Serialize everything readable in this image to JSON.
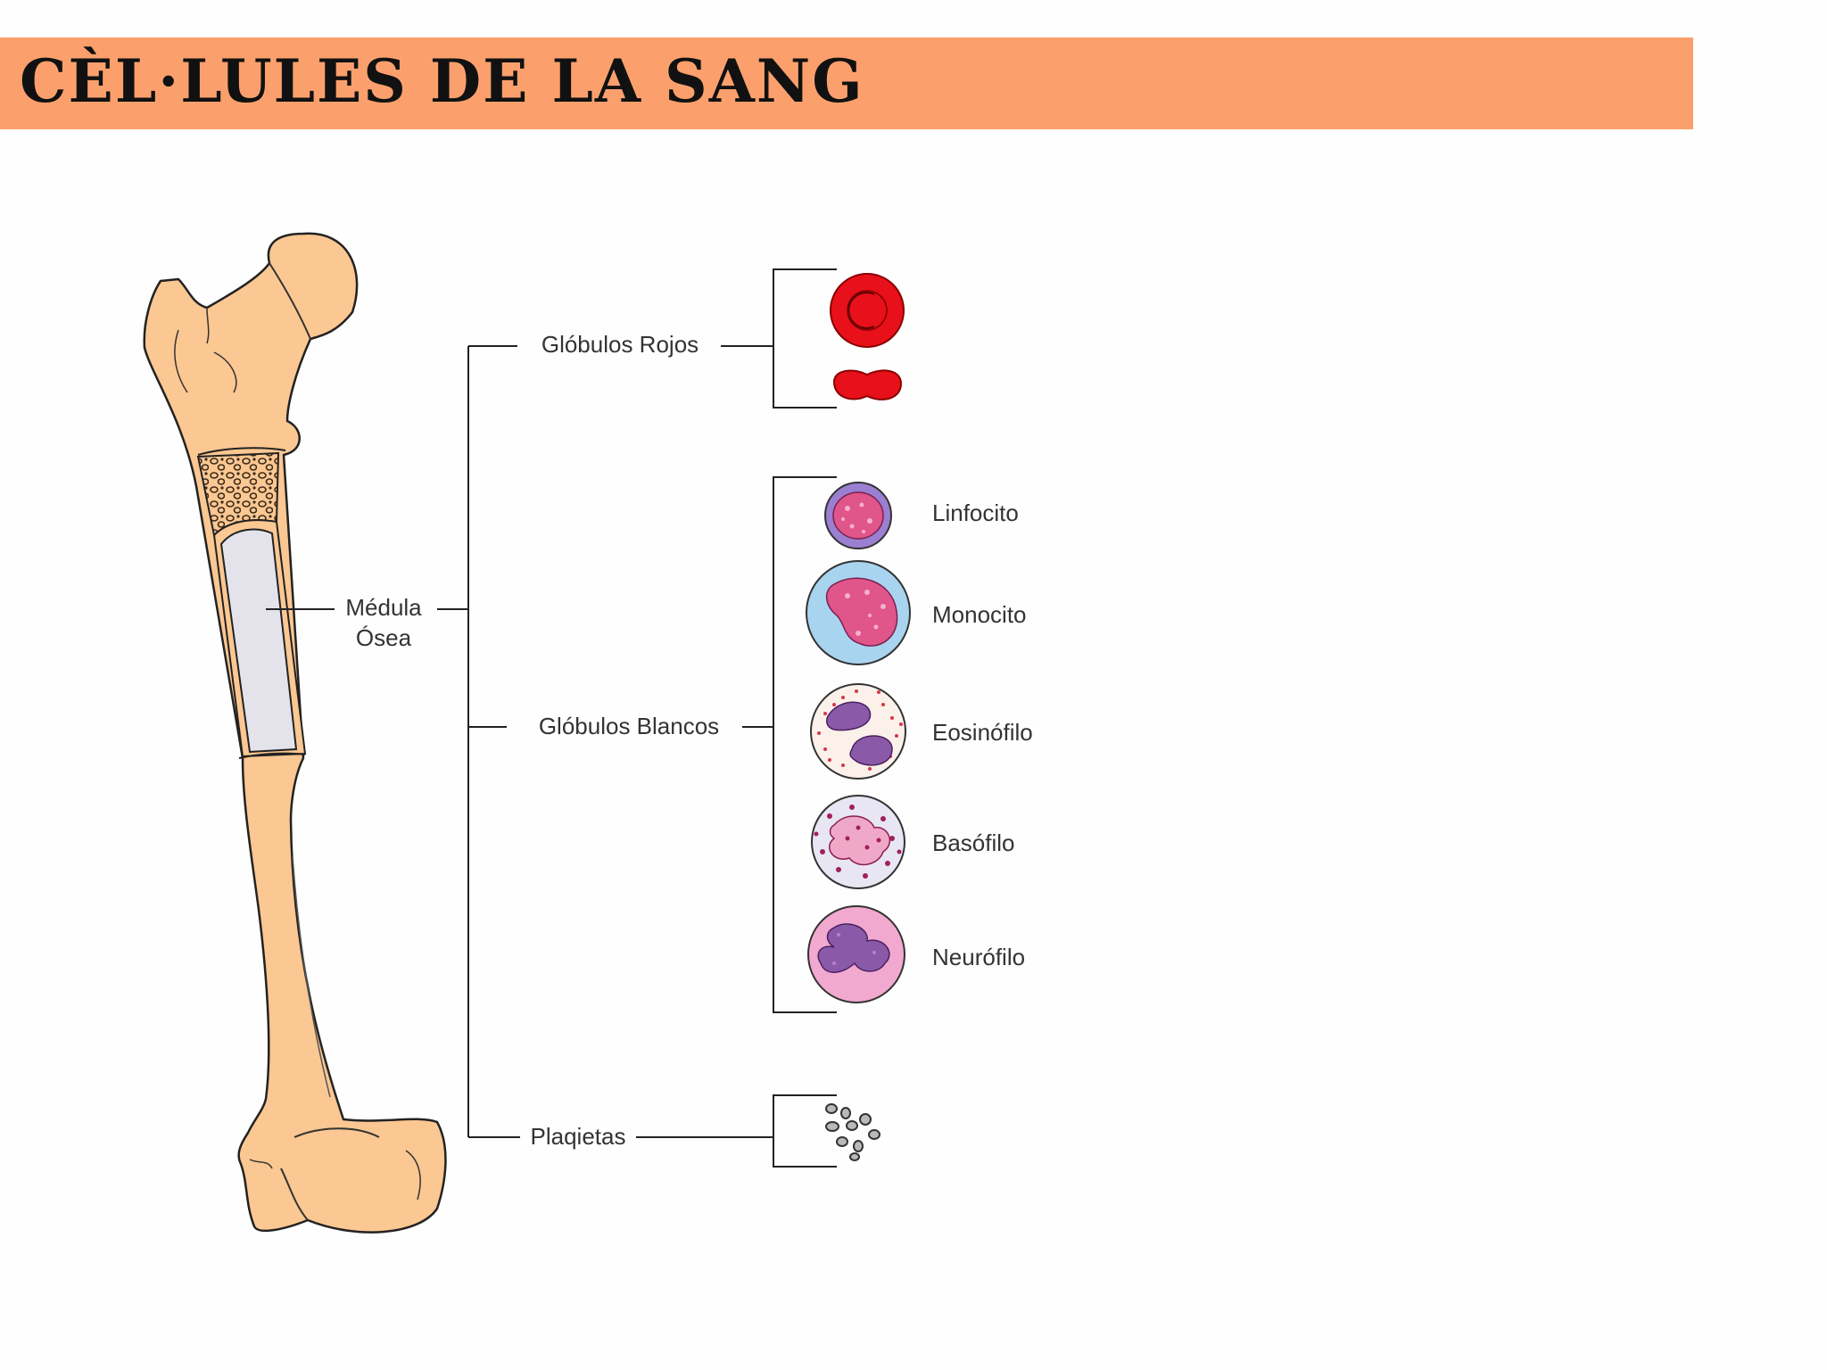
{
  "title": "CÈL·LULES DE LA SANG",
  "labels": {
    "medula_line1": "Médula",
    "medula_line2": "Ósea",
    "globulos_rojos": "Glóbulos Rojos",
    "globulos_blancos": "Glóbulos Blancos",
    "plaqietas": "Plaqietas",
    "linfocito": "Linfocito",
    "monocito": "Monocito",
    "eosinofilo": "Eosinófilo",
    "basofilo": "Basófilo",
    "neurofilo": "Neurófilo"
  },
  "colors": {
    "title_bar": "#fba06d",
    "bone": "#fbc792",
    "marrow": "#e4e2ea",
    "red_cell": "#e8101a",
    "monocyte_cytoplasm": "#a9d4f0",
    "nucleus_pink": "#e0558a",
    "nucleus_purple": "#8a5aa8"
  }
}
